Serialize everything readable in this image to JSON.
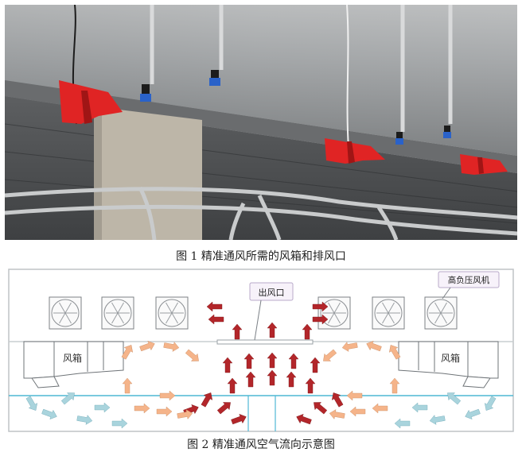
{
  "figure1": {
    "caption": "图 1  精准通风所需的风箱和排风口"
  },
  "figure2": {
    "caption": "图 2  精准通风空气流向示意图",
    "label_outlet": "出风口",
    "label_fan": "高负压风机",
    "label_box_left": "风箱",
    "label_box_right": "风箱",
    "colors": {
      "hot_arrow": "#b3262a",
      "warm_arrow": "#f5b48a",
      "cool_arrow": "#a9d4dd",
      "pipe": "#4fb8d4"
    }
  }
}
